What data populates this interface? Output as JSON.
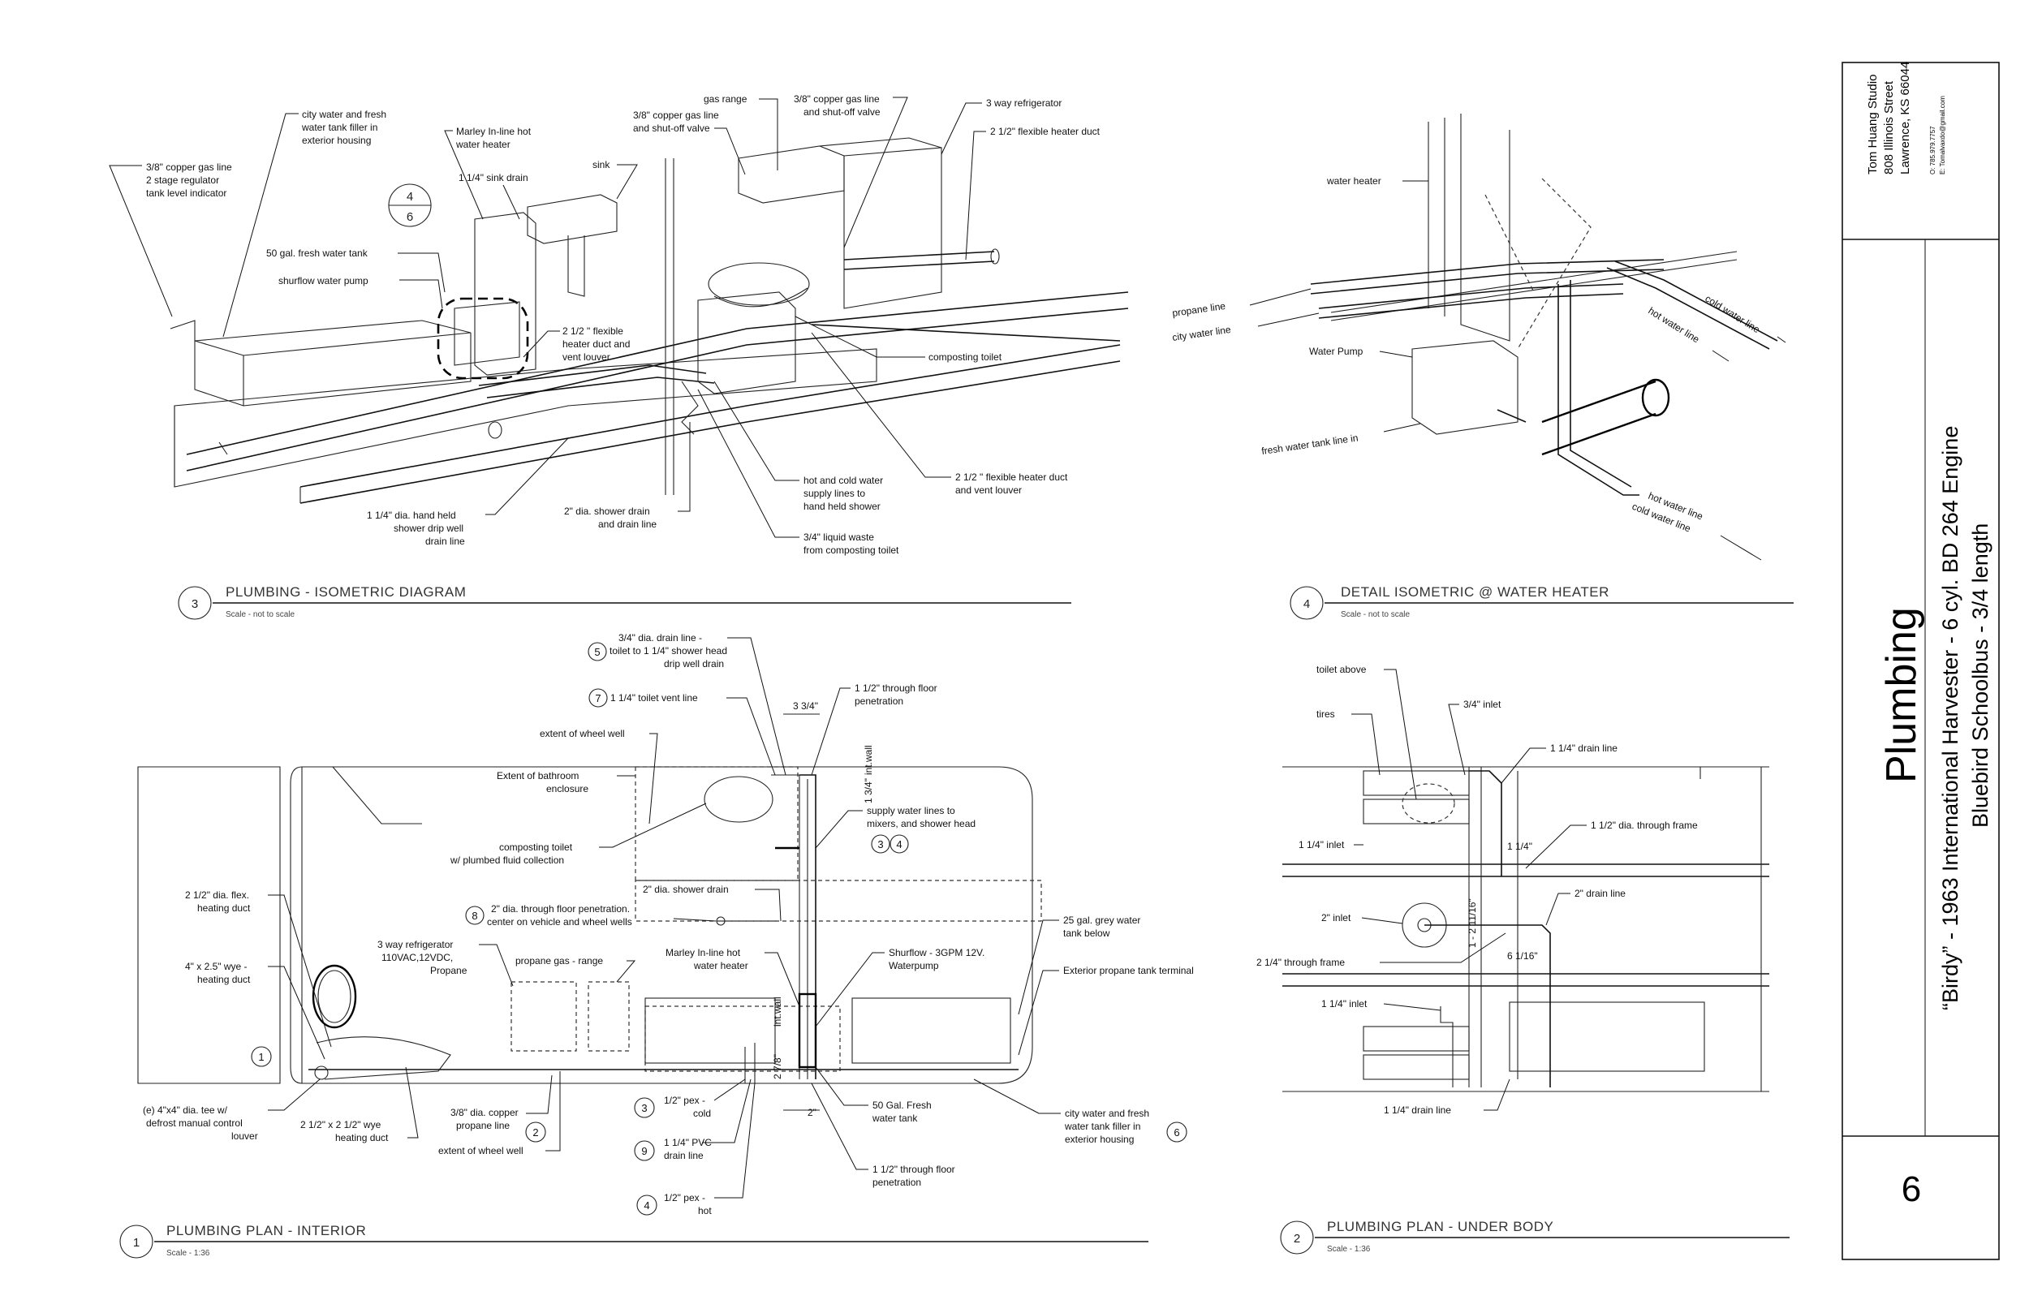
{
  "title_block": {
    "studio_name": "Tom Huang Studio",
    "studio_street": "808 Illinois Street",
    "studio_city": "Lawrence, KS 66044",
    "studio_phone": "O: 785.979.7757",
    "studio_email": "E: Tomalvaxdo@gmail.com",
    "sheet_title": "Plumbing",
    "project_line1": "“Birdy” - 1963 International Harvester - 6 cyl. BD 264 Engine",
    "project_line2": "Bluebird Schoolbus - 3/4 length",
    "sheet_number": "6"
  },
  "views": {
    "v3": {
      "number": "3",
      "title": "PLUMBING - ISOMETRIC DIAGRAM",
      "scale": "Scale -  not to scale"
    },
    "v4": {
      "number": "4",
      "title": "DETAIL ISOMETRIC @ WATER HEATER",
      "scale": "Scale -  not to scale"
    },
    "v1": {
      "number": "1",
      "title": "PLUMBING PLAN - INTERIOR",
      "scale": "Scale - 1:36"
    },
    "v2": {
      "number": "2",
      "title": "PLUMBING PLAN - UNDER BODY",
      "scale": "Scale - 1:36"
    }
  },
  "iso_labels": {
    "gas_line": [
      "3/8\" copper gas line",
      "2 stage regulator",
      "tank level indicator"
    ],
    "city_water": [
      "city water and fresh",
      "water tank filler in",
      "exterior housing"
    ],
    "marley": [
      "Marley In-line hot",
      "water heater"
    ],
    "sink_drain": "1 1/4\" sink drain",
    "sink": "sink",
    "gas_range": "gas range",
    "copper_valve": [
      "3/8\" copper gas line",
      "and shut-off valve"
    ],
    "copper_valve2": [
      "3/8\" copper gas line",
      "and shut-off valve"
    ],
    "fridge": "3 way refrigerator",
    "heater_duct": "2 1/2\" flexible heater duct",
    "tank": "50 gal. fresh water tank",
    "pump": "shurflow water pump",
    "flex_duct": [
      "2 1/2 \" flexible",
      "heater duct and",
      "vent louver"
    ],
    "composting": "composting toilet",
    "flex_duct2": [
      "2 1/2 \" flexible heater duct",
      "and vent louver"
    ],
    "hot_cold": [
      "hot and cold water",
      "supply lines to",
      "hand held shower"
    ],
    "liquid_waste": [
      "3/4\" liquid waste",
      "from composting toilet"
    ],
    "shower_drain": [
      "2\" dia. shower drain",
      "and drain line"
    ],
    "hand_held": [
      "1 1/4\" dia. hand held",
      "shower drip well",
      "drain line"
    ],
    "callout_top": "4",
    "callout_bottom": "6"
  },
  "detail_labels": {
    "water_heater": "water heater",
    "propane": "propane line",
    "city_water": "city water line",
    "water_pump": "Water Pump",
    "fresh_in": "fresh water tank line in",
    "cold1": "cold water line",
    "hot1": "hot water line",
    "hot2": "hot water line",
    "cold2": "cold water line"
  },
  "interior_labels": {
    "drain_34": [
      "3/4\" dia. drain line -",
      "toilet to 1 1/4\" shower head",
      "drip well drain"
    ],
    "vent": "1 1/4\" toilet vent line",
    "floor_pen": [
      "1 1/2\" through floor",
      "penetration"
    ],
    "dim_334": "3 3/4\"",
    "int_wall": "int.wall",
    "dim_1_34": "1 3/4\"",
    "wheel_well": "extent of wheel well",
    "bathroom": [
      "Extent of bathroom",
      "enclosure"
    ],
    "supply": [
      "supply water lines to",
      "mixers, and shower head"
    ],
    "toilet": [
      "composting toilet",
      "w/ plumbed fluid collection"
    ],
    "shower_drain": "2\" dia. shower drain",
    "flex_heat": [
      "2 1/2\" dia. flex.",
      "heating duct"
    ],
    "floor_pen2": [
      "2\" dia. through floor penetration.",
      "center on vehicle and wheel wells"
    ],
    "grey_tank": [
      "25 gal. grey water",
      "tank below"
    ],
    "wye": [
      "4\" x 2.5\" wye -",
      "heating duct"
    ],
    "fridge": [
      "3 way refrigerator",
      "110VAC,12VDC,",
      "Propane"
    ],
    "range": "propane gas - range",
    "marley": [
      "Marley In-line hot",
      "water heater"
    ],
    "shurflow": [
      "Shurflow - 3GPM 12V.",
      "Waterpump"
    ],
    "ext_propane": "Exterior propane tank terminal",
    "int_wall2": "int.wall",
    "dim_278": "2 7/8\"",
    "tee": [
      "(e) 4\"x4\" dia. tee w/",
      "defrost manual control",
      "louver"
    ],
    "wye2": [
      "2 1/2\" x 2 1/2\" wye",
      "heating duct"
    ],
    "copper": [
      "3/8\" dia. copper",
      "propane line"
    ],
    "wheel_well2": "extent of wheel well",
    "pex_cold": [
      "1/2\" pex -",
      "cold"
    ],
    "pvc": [
      "1 1/4\" PVC",
      "drain line"
    ],
    "pex_hot": [
      "1/2\" pex -",
      "hot"
    ],
    "tank": [
      "50 Gal. Fresh",
      "water tank"
    ],
    "dim_2": "2\"",
    "floor_pen3": [
      "1 1/2\" through floor",
      "penetration"
    ],
    "city": [
      "city water and fresh",
      "water tank filler in",
      "exterior housing"
    ],
    "c5": "5",
    "c7": "7",
    "c8": "8",
    "c1": "1",
    "c2": "2",
    "c3a": "3",
    "c4a": "4",
    "c3": "3",
    "c9": "9",
    "c4": "4",
    "c6": "6"
  },
  "under_labels": {
    "toilet": "toilet above",
    "inlet34": "3/4\" inlet",
    "tires": "tires",
    "drain114": "1 1/4\" drain line",
    "frame112": "1 1/2\" dia. through frame",
    "inlet114": "1 1/4\" inlet",
    "dim_114": "1 1/4\"",
    "drain2": "2\" drain line",
    "inlet2": "2\" inlet",
    "dim_1116": "1 - 2 11/16\"",
    "frame214": "2 1/4\" through frame",
    "dim_6116": "6 1/16\"",
    "inlet114b": "1 1/4\" inlet",
    "drain114b": "1 1/4\" drain line"
  }
}
